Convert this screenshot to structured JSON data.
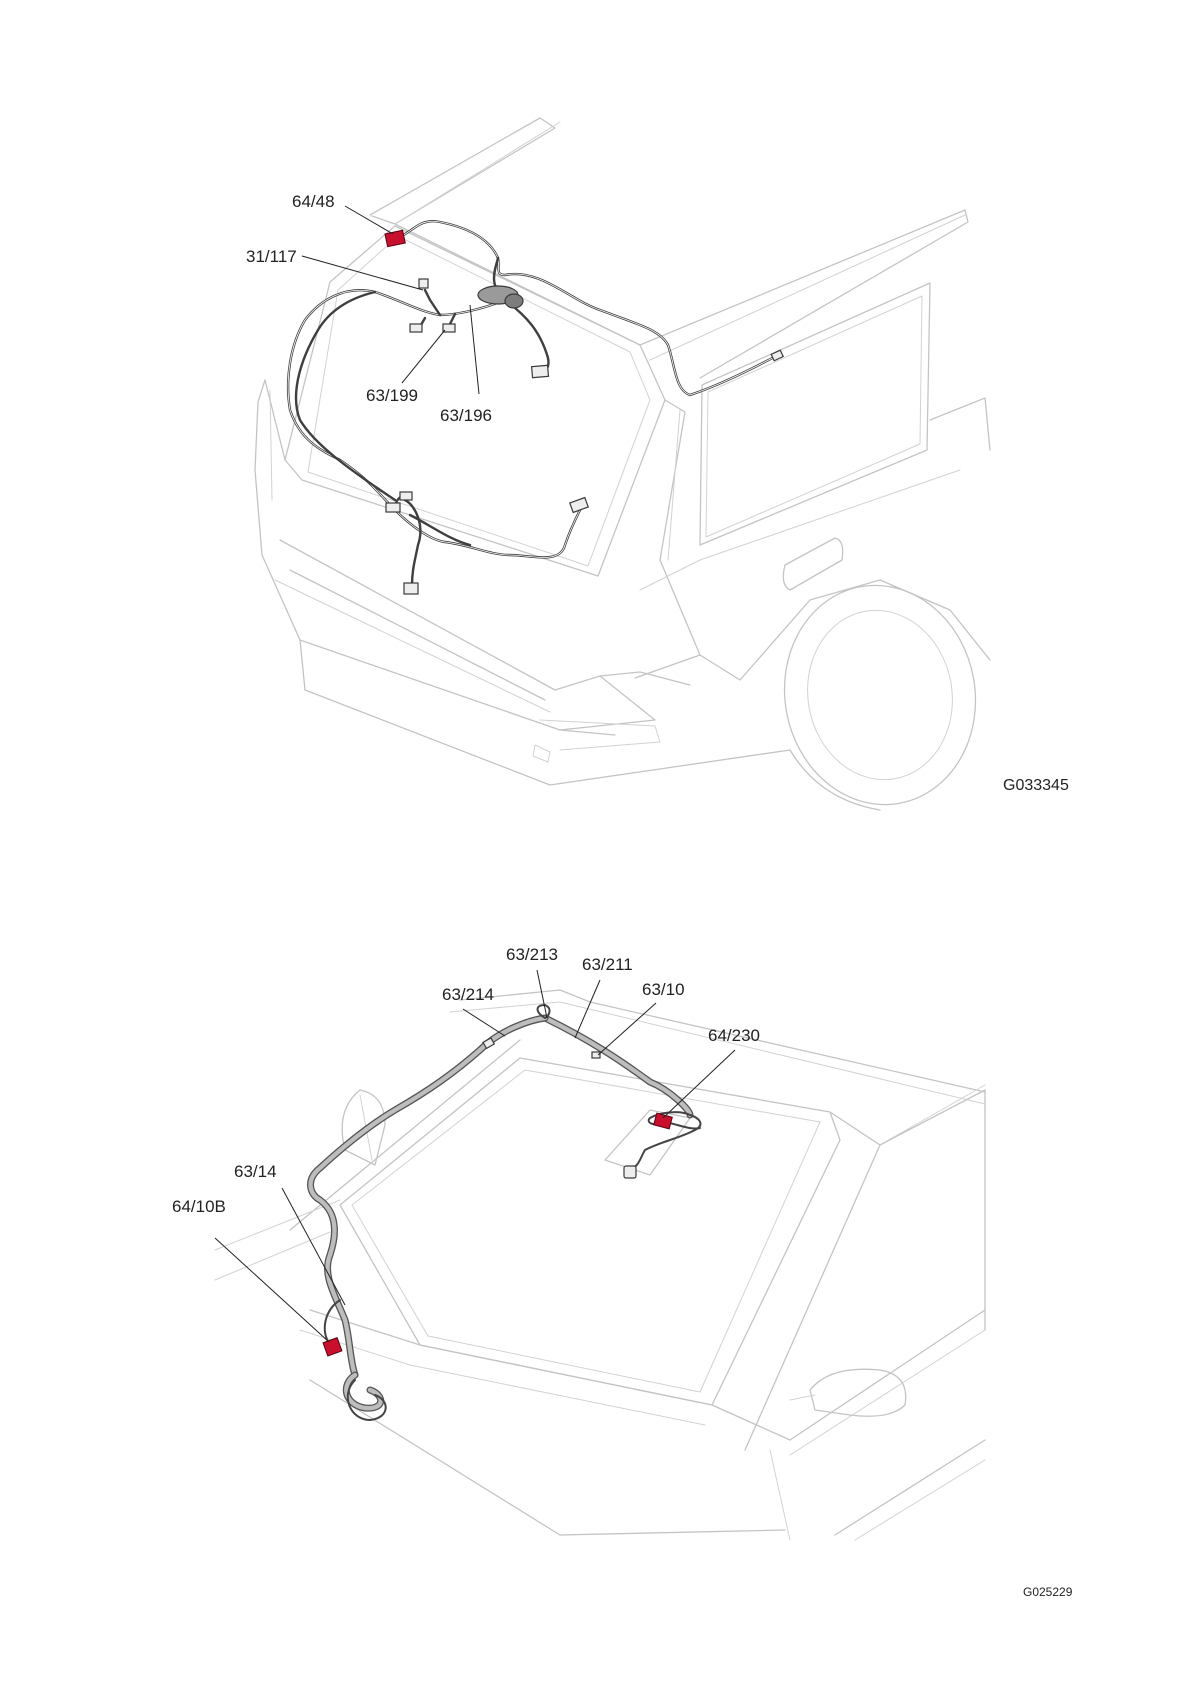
{
  "figures": [
    {
      "code": "G033345",
      "callouts": [
        {
          "text": "64/48",
          "highlight": true
        },
        {
          "text": "31/117",
          "highlight": false
        },
        {
          "text": "63/199",
          "highlight": false
        },
        {
          "text": "63/196",
          "highlight": false
        }
      ]
    },
    {
      "code": "G025229",
      "callouts": [
        {
          "text": "63/213",
          "highlight": false
        },
        {
          "text": "63/211",
          "highlight": false
        },
        {
          "text": "63/10",
          "highlight": false
        },
        {
          "text": "63/214",
          "highlight": false
        },
        {
          "text": "64/230",
          "highlight": true
        },
        {
          "text": "63/14",
          "highlight": false
        },
        {
          "text": "64/10B",
          "highlight": true
        }
      ]
    }
  ],
  "colors": {
    "highlight": "#c8102e",
    "leader": "#222222",
    "car_outline": "#c4c4c4",
    "harness": "#3f3f3f"
  }
}
